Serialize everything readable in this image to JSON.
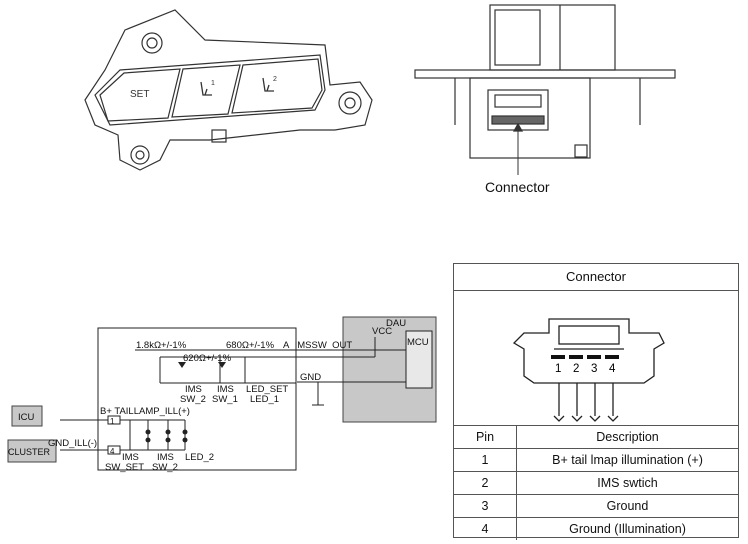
{
  "figure": {
    "switch_labels": [
      "SET",
      "1",
      "2"
    ],
    "connector_label": "Connector"
  },
  "schematic": {
    "mcu": "MCU",
    "dau": "DAU",
    "vcc": "VCC",
    "icu": "ICU",
    "cluster": "CLUSTER",
    "r1": "1.8kΩ+/-1%",
    "r2": "620Ω+/-1%",
    "r3": "680Ω+/-1%",
    "imssw_out": "A_IMSSW_OUT",
    "gnd": "GND",
    "ims_sw2_a": "IMS",
    "ims_sw2_b": "SW_2",
    "ims_sw1_a": "IMS",
    "ims_sw1_b": "SW_1",
    "led_set_a": "LED_SET",
    "led_set_b": "LED_1",
    "b_plus": "B+ TAILLAMP_ILL(+)",
    "pin1": "1",
    "gnd_ill": "GND_ILL(-)",
    "pin4": "4",
    "ims_sw_set_a": "IMS",
    "ims_sw_set_b": "SW_SET",
    "ims_sw2c_a": "IMS",
    "ims_sw2c_b": "SW_2",
    "led2": "LED_2"
  },
  "connector_table": {
    "title": "Connector",
    "pin_numbers": [
      "1",
      "2",
      "3",
      "4"
    ],
    "headers": [
      "Pin",
      "Description"
    ],
    "rows": [
      [
        "1",
        "B+ tail lmap illumination (+)"
      ],
      [
        "2",
        "IMS swtich"
      ],
      [
        "3",
        "Ground"
      ],
      [
        "4",
        "Ground (Illumination)"
      ]
    ]
  }
}
